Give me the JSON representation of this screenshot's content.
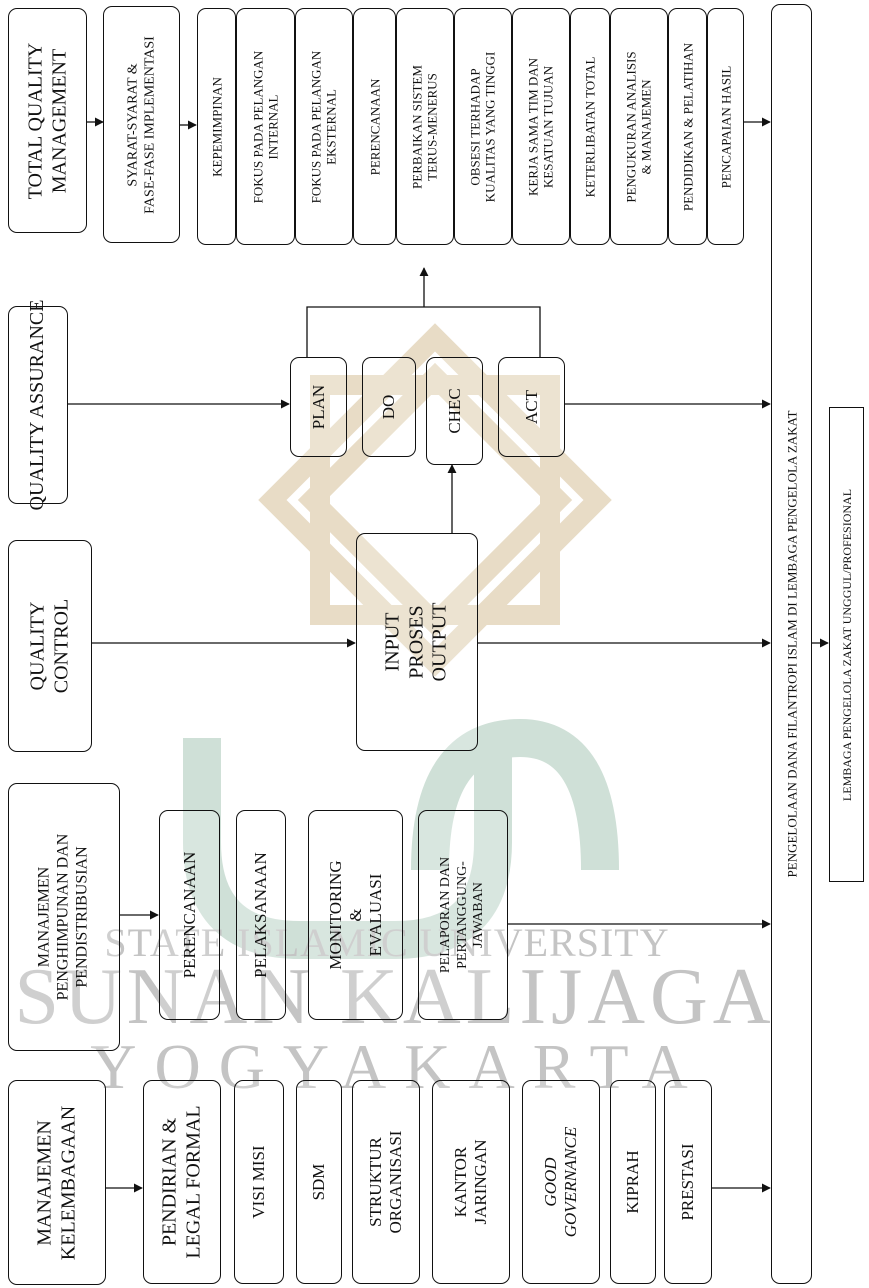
{
  "watermark": {
    "line1": "STATE ISLAMIC UNIVERSITY",
    "line2": "SUNAN KALIJAGA",
    "line3": "YOGYAKARTA",
    "color_ornament": "#e8dcc6",
    "color_logo": "#cfe0d7",
    "color_text": "#c4c4c4"
  },
  "headers": {
    "tqm": "TOTAL QUALITY\nMANAGEMENT",
    "qa": "QUALITY ASSURANCE",
    "qc": "QUALITY\nCONTROL",
    "mpd": "MANAJEMEN\nPENGHIMPUNAN DAN\nPENDISTRIBUSIAN",
    "mk": "MANAJEMEN\nKELEMBAGAAN"
  },
  "syarat": "SYARAT-SYARAT &\nFASE-FASE IMPLEMENTASI",
  "tqm_items": [
    "KEPEMIMPINAN",
    "FOKUS PADA PELANGAN\nINTERNAL",
    "FOKUS PADA PELANGAN\nEKSTERNAL",
    "PERENCANAAN",
    "PERBAIKAN SISTEM\nTERUS-MENERUS",
    "OBSESI TERHADAP\nKUALITAS YANG TINGGI",
    "KERJA SAMA TIM DAN\nKESATUAN TUJUAN",
    "KETERLIBATAN TOTAL",
    "PENGUKURAN ANALISIS\n& MANAJEMEN",
    "PENDIDIKAN & PELATIHAN",
    "PENCAPAIAN HASIL"
  ],
  "pdca": [
    "PLAN",
    "DO",
    "CHEC",
    "ACT"
  ],
  "ipo": "INPUT\nPROSES\nOUTPUT",
  "mpd_items": [
    "PERENCANAAN",
    "PELAKSANAAN",
    "MONITORING\n&\nEVALUASI",
    "PELAPORAN DAN\nPERTANGGUNG-\nJAWABAN"
  ],
  "mk_items": [
    "PENDIRIAN &\nLEGAL FORMAL",
    "VISI MISI",
    "SDM",
    "STRUKTUR\nORGANISASI",
    "KANTOR\nJARINGAN",
    "GOOD\nGOVERNANCE",
    "KIPRAH",
    "PRESTASI"
  ],
  "pengelolaan": "PENGELOLAAN DANA FILANTROPI ISLAM DI LEMBAGA PENGELOLA ZAKAT",
  "lembaga": "LEMBAGA PENGELOLA ZAKAT UNGGUL/PROFESIONAL"
}
